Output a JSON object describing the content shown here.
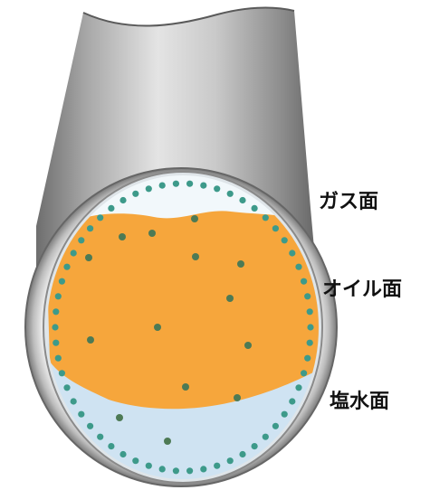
{
  "labels": {
    "gas": "ガス面",
    "oil": "オイル面",
    "brine": "塩水面"
  },
  "colors": {
    "oil": "#f6a63c",
    "brine": "#cfe3f2",
    "gas": "#f2f8fb",
    "dots": "#3d9a8a",
    "pipe": "#b8b8b8"
  }
}
